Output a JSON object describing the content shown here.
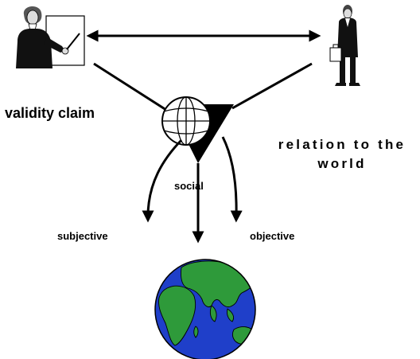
{
  "labels": {
    "validity_claim": "validity claim",
    "relation_line1": "relation to the",
    "relation_line2": "world",
    "social": "social",
    "subjective": "subjective",
    "objective": "objective"
  },
  "figures": {
    "speaker": "teacher-with-pointer",
    "hearer": "businessman-with-briefcase",
    "center": "wireframe-globe",
    "bottom": "earth-globe"
  },
  "colors": {
    "ink": "#000000",
    "ocean": "#1f3fc9",
    "land": "#2e9a3a",
    "background": "#ffffff"
  }
}
